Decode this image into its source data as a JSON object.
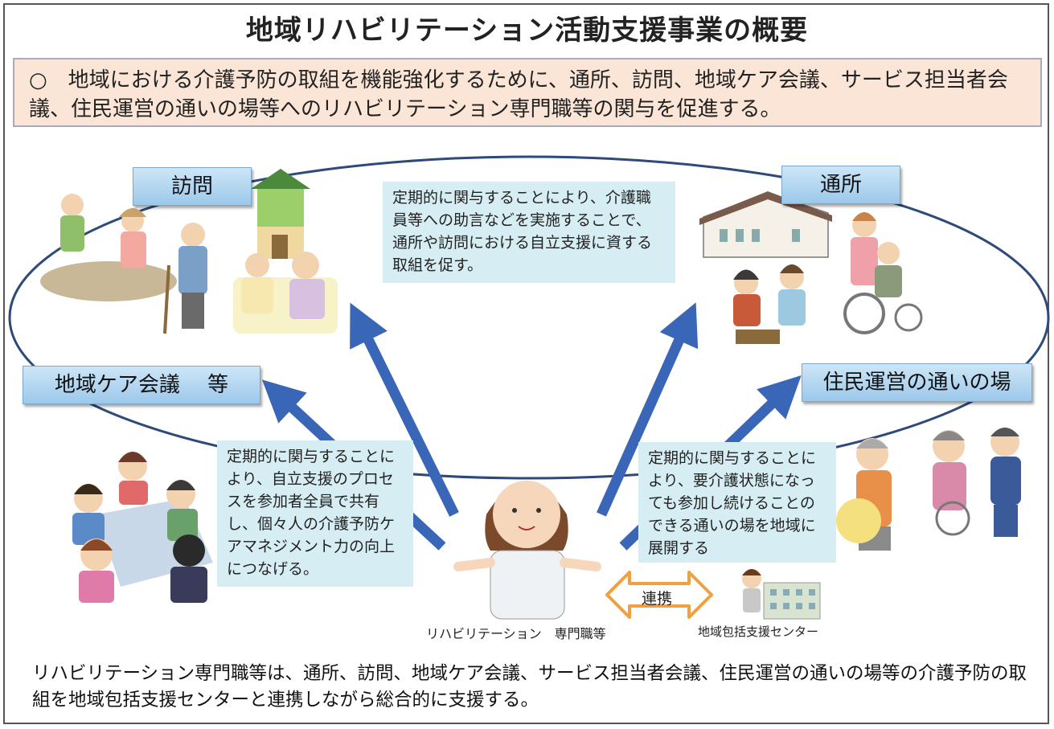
{
  "title": "地域リハビリテーション活動支援事業の概要",
  "purpose": "○　地域における介護予防の取組を機能強化するために、通所、訪問、地域ケア会議、サービス担当者会議、住民運営の通いの場等へのリハビリテーション専門職等の関与を促進する。",
  "labels": {
    "visit": "訪問",
    "day_service": "通所",
    "care_meeting": "地域ケア会議　 等",
    "gathering_place": "住民運営の通いの場"
  },
  "notes": {
    "center": "定期的に関与することにより、介護職員等への助言などを実施することで、通所や訪問における自立支援に資する取組を促す。",
    "left": "定期的に関与することにより、自立支援のプロセスを参加者全員で共有し、個々人の介護予防ケアマネジメント力の向上につなげる。",
    "right": "定期的に関与することにより、要介護状態になっても参加し続けることのできる通いの場を地域に展開する"
  },
  "captions": {
    "professional": "リハビリテーション　専門職等",
    "cooperation": "連携",
    "support_center": "地域包括支援センター"
  },
  "footer": "リハビリテーション専門職等は、通所、訪問、地域ケア会議、サービス担当者会議、住民運営の通いの場等の介護予防の取組を地域包括支援センターと連携しながら総合的に支援する。",
  "colors": {
    "arrow": "#3a66b8",
    "ellipse": "#2e4a7a",
    "purpose_bg": "#fbe5d6",
    "note_bg": "#d6eef3",
    "label_bg": "#a9d1ef",
    "cooperation_arrow": "#f0a040"
  }
}
